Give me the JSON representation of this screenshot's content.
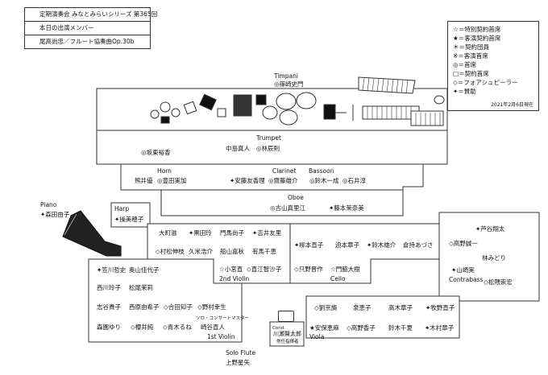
{
  "header": {
    "line1": "定期演奏会 みなとみらいシリーズ 第365回",
    "line2": "本日の出演メンバー",
    "line3": "尾高尚忠／フルート協奏曲Op.30b"
  },
  "legend": {
    "items": [
      "☆＝特別契約首席",
      "★＝客演契約首席",
      "＊＝契約団員",
      "※＝客演首席",
      "◎＝首席",
      "□＝契約首席",
      "◇＝フォアシュピーラー",
      "✦＝賛助"
    ],
    "date": "2021年2月6日現在"
  },
  "timpani": {
    "label": "Timpani",
    "member": "◎篠崎史門"
  },
  "trumpet": {
    "label": "Trumpet",
    "members": [
      "中島真人",
      "◎林辰則"
    ]
  },
  "percussion_left": {
    "member": "◎坂東裕香"
  },
  "horn": {
    "label": "Horn",
    "members": [
      "熊井優",
      "◎豊田実加",
      "✦安藤友香理"
    ]
  },
  "clarinet": {
    "label": "Clarinet",
    "member": "◎齋藤雄介"
  },
  "bassoon": {
    "label": "Bassoon",
    "members": [
      "◎鈴木一成",
      "◎石井淳"
    ]
  },
  "oboe": {
    "label": "Oboe",
    "members": [
      "◎古山真里江",
      "✦藤本茉奈美"
    ]
  },
  "piano": {
    "label": "Piano",
    "member": "✦森田由子"
  },
  "harp": {
    "label": "Harp",
    "member": "✦操美穂子"
  },
  "violin2": {
    "label": "2nd Violin",
    "rows": [
      [
        "大町滋",
        "✦黒田玲",
        "門馬尚子",
        "✦吉井友里"
      ],
      [
        "◇村松伸枝",
        "久米浩介",
        "船山嘉秋",
        "有馬千恵"
      ],
      [
        "☆小宮直",
        "◇直江智沙子"
      ]
    ]
  },
  "cello": {
    "label": "Cello",
    "rows": [
      [
        "✦柳本直子",
        "迫本章子",
        "✦鈴木雄介",
        "倉持あづさ"
      ],
      [
        "◇只野晋作",
        "☆門脇大樹"
      ]
    ]
  },
  "contrabass": {
    "label": "Contrabass",
    "rows": [
      [
        "✦芦谷翔太"
      ],
      [
        "◇高野誠一"
      ],
      [
        "林みどり"
      ],
      [
        "✦山崎実"
      ],
      [
        "◇松隈崇宏"
      ]
    ]
  },
  "violin1": {
    "label": "1st Violin",
    "concertmaster_label": "ソロ・コンサートマスター",
    "rows": [
      [
        "✦笠川哲史",
        "奥山佳代子"
      ],
      [
        "西川玲子",
        "松尾茉莉"
      ],
      [
        "志谷貴子",
        "西原由希子",
        "◇合田知子",
        "◇野村幸生"
      ],
      [
        "森園ゆり",
        "◇櫻井純",
        "◇青木るね",
        "崎谷直人"
      ]
    ]
  },
  "viola": {
    "label": "Viola",
    "rows": [
      [
        "◇劉京旖",
        "泉恵子",
        "高木章子",
        "✦牧野直子"
      ],
      [
        "★安保恵麻",
        "◇高野香子",
        "鈴木千夏",
        "✦木村章子"
      ]
    ]
  },
  "conductor": {
    "label": "Cond.",
    "name": "川瀬賢太郎",
    "title": "常任指揮者"
  },
  "solo": {
    "label": "Solo Flute",
    "name": "上野星矢"
  }
}
